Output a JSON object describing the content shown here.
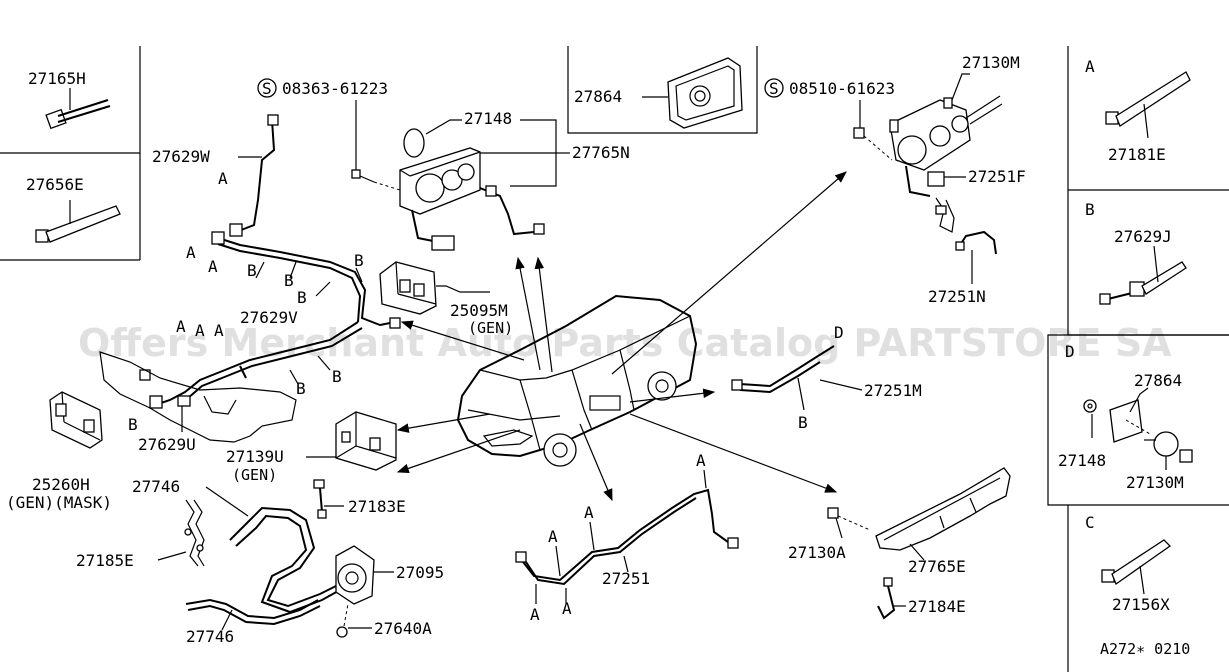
{
  "watermark": "Offers Merchant Auto Parts Catalog PARTSTORE SA",
  "diagram_code": "A272∗ 0210",
  "screws": [
    {
      "symbol": "S",
      "number": "08363-61223"
    },
    {
      "symbol": "S",
      "number": "08510-61623"
    }
  ],
  "parts": {
    "p27165H": "27165H",
    "p27656E": "27656E",
    "p27629W": "27629W",
    "p27629V": "27629V",
    "p27629U": "27629U",
    "p25260H": "25260H",
    "p25260H_note": "(GEN)(MASK)",
    "p27148": "27148",
    "p27765N": "27765N",
    "p27864": "27864",
    "p25095M": "25095M",
    "p25095M_note": "(GEN)",
    "p27139U": "27139U",
    "p27139U_note": "(GEN)",
    "p27746": "27746",
    "p27185E": "27185E",
    "p27183E": "27183E",
    "p27095": "27095",
    "p27640A": "27640A",
    "p27251": "27251",
    "p27130M": "27130M",
    "p27251F": "27251F",
    "p27251N": "27251N",
    "p27251M": "27251M",
    "p27130A": "27130A",
    "p27765E": "27765E",
    "p27184E": "27184E",
    "p27181E": "27181E",
    "p27629J": "27629J",
    "p27156X": "27156X",
    "p27864b": "27864",
    "p27148b": "27148",
    "p27130Mb": "27130M"
  },
  "clip_letters": {
    "a": "A",
    "b": "B",
    "c": "C",
    "d": "D"
  },
  "sidebar_headers": {
    "a": "A",
    "b": "B",
    "c": "C",
    "d": "D"
  }
}
